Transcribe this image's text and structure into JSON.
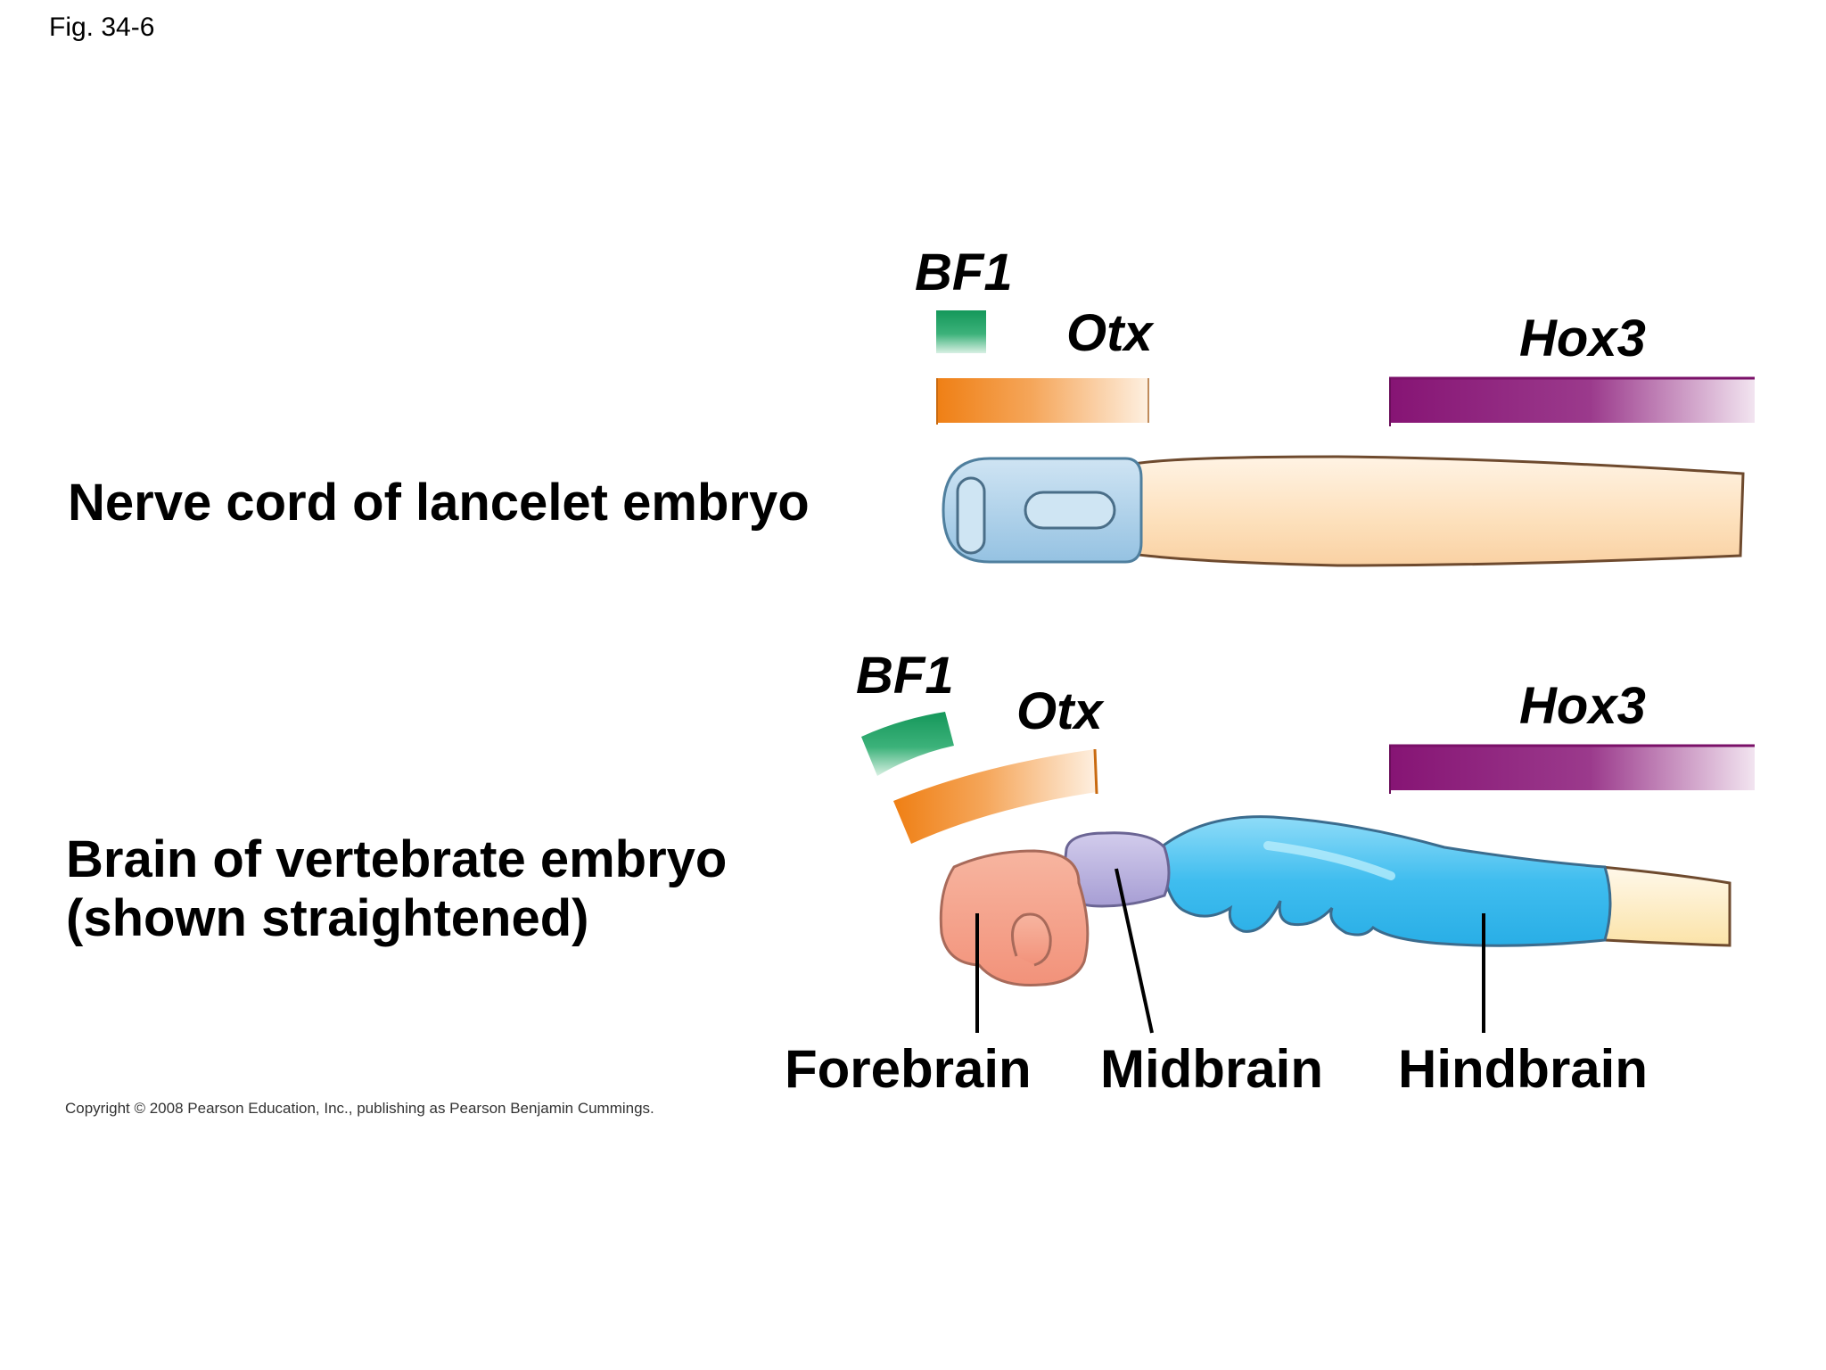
{
  "figure_label": "Fig. 34-6",
  "lancelet": {
    "label": "Nerve cord of lancelet embryo",
    "genes": [
      "BF1",
      "Otx",
      "Hox3"
    ]
  },
  "vertebrate": {
    "label_line1": "Brain of vertebrate embryo",
    "label_line2": "(shown straightened)",
    "genes": [
      "BF1",
      "Otx",
      "Hox3"
    ],
    "regions": [
      "Forebrain",
      "Midbrain",
      "Hindbrain"
    ]
  },
  "copyright": "Copyright © 2008 Pearson Education, Inc., publishing as Pearson Benjamin Cummings.",
  "colors": {
    "bf1": "#1a9a5a",
    "otx": "#f0861e",
    "hox3": "#8a1a78",
    "lancelet_head": "#a9cfe8",
    "lancelet_cord": "#fde2bf",
    "forebrain": "#f4a58e",
    "midbrain": "#b7b0dc",
    "hindbrain": "#5cc7f0"
  }
}
